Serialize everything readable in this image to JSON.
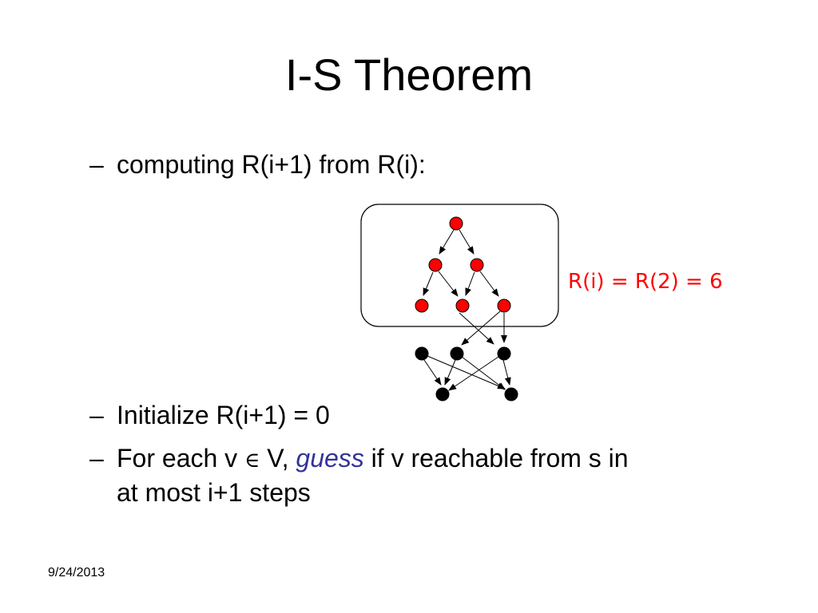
{
  "slide": {
    "title": "I-S Theorem",
    "bullets": {
      "computing": "computing R(i+1) from R(i):",
      "initialize": "Initialize R(i+1) = 0",
      "foreach_prefix": "For each v ",
      "element_of": "∈",
      "foreach_mid": " V, ",
      "guess": "guess",
      "foreach_suffix": " if v reachable from s in",
      "foreach_cont": "at most i+1 steps",
      "dash": "–"
    },
    "footer_date": "9/24/2013"
  },
  "diagram": {
    "label": "R(i) = R(2) = 6",
    "colors": {
      "reached": "#ff0000",
      "unreached": "#000000",
      "label": "#ff0000"
    }
  }
}
